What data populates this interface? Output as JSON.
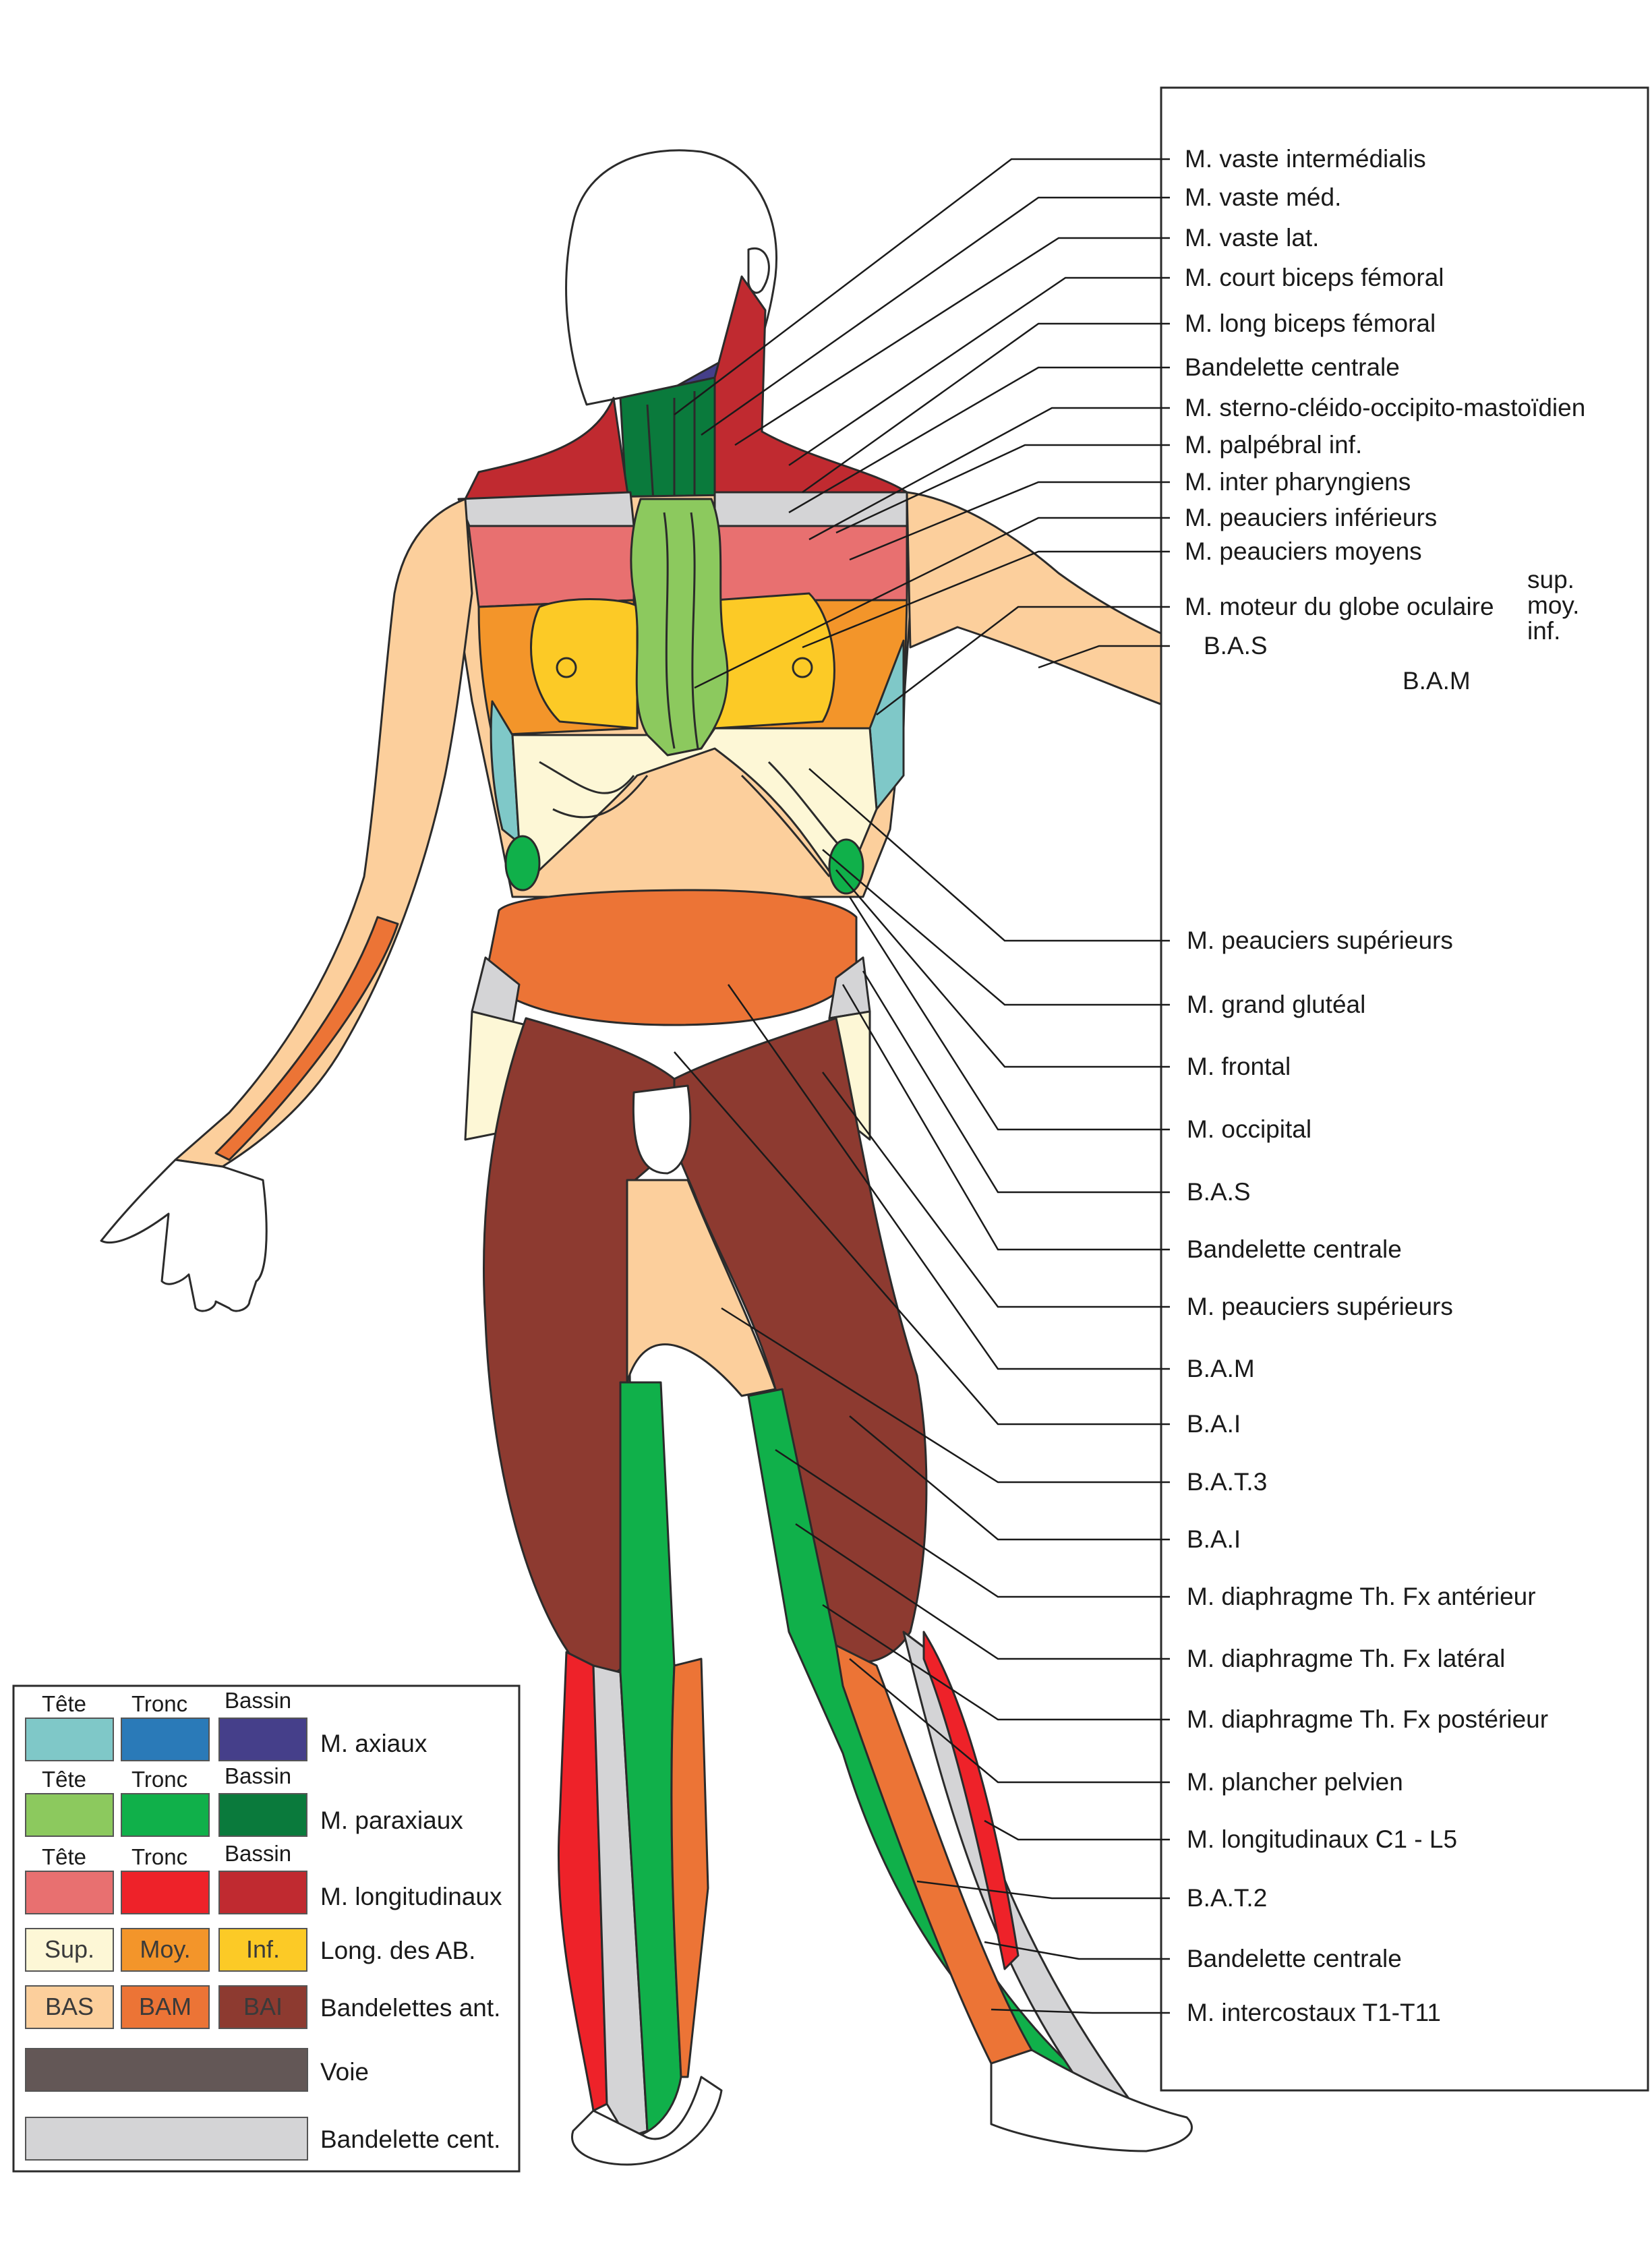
{
  "labels": {
    "top": [
      "M. vaste intermédialis",
      "M. vaste méd.",
      "M. vaste lat.",
      "M. court biceps fémoral",
      "M. long biceps fémoral",
      "Bandelette centrale",
      "M. sterno-cléido-occipito-mastoïdien",
      "M. palpébral inf.",
      "M. inter pharyngiens",
      "M. peauciers inférieurs",
      "M. peauciers moyens",
      "M. moteur du globe oculaire"
    ],
    "globe_sub": [
      "sup.",
      "moy.",
      "inf."
    ],
    "arm_bas": "B.A.S",
    "arm_bam": "B.A.M",
    "bottom": [
      "M. peauciers supérieurs",
      "M. grand glutéal",
      "M. frontal",
      "M. occipital",
      "B.A.S",
      "Bandelette centrale",
      "M. peauciers supérieurs",
      "B.A.M",
      "B.A.I",
      "B.A.T.3",
      "B.A.I",
      "M. diaphragme Th. Fx antérieur",
      "M. diaphragme Th. Fx latéral",
      "M. diaphragme Th. Fx postérieur",
      "M. plancher pelvien",
      "M. longitudinaux C1 - L5",
      "B.A.T.2",
      "Bandelette centrale",
      "M. intercostaux T1-T11"
    ]
  },
  "legend": {
    "col_headers": [
      "Tête",
      "Tronc",
      "Bassin"
    ],
    "rows": [
      {
        "label": "M. axiaux",
        "colors": [
          "#7fc8c8",
          "#2a7ab8",
          "#453f8a"
        ]
      },
      {
        "label": "M. paraxiaux",
        "colors": [
          "#8cc95e",
          "#10b04a",
          "#0a7a3c"
        ]
      },
      {
        "label": "M. longitudinaux",
        "colors": [
          "#e87070",
          "#ee2229",
          "#c02a30"
        ]
      },
      {
        "label": "Long. des AB.",
        "swatch_texts": [
          "Sup.",
          "Moy.",
          "Inf."
        ],
        "colors": [
          "#fdf7d6",
          "#f3952a",
          "#fcca26"
        ]
      },
      {
        "label": "Bandelettes ant.",
        "swatch_texts": [
          "BAS",
          "BAM",
          "BAI"
        ],
        "colors": [
          "#fccf9c",
          "#ec7436",
          "#8d3a30"
        ]
      },
      {
        "label": "Voie",
        "colors": [
          "#635756"
        ]
      },
      {
        "label": "Bandelette cent.",
        "colors": [
          "#d4d4d6"
        ]
      }
    ]
  },
  "colors": {
    "skin_bas": "#fccf9c",
    "bam": "#ec7436",
    "bai": "#8d3a30",
    "central_band": "#d4d4d6",
    "outline": "#2b2b2b"
  }
}
